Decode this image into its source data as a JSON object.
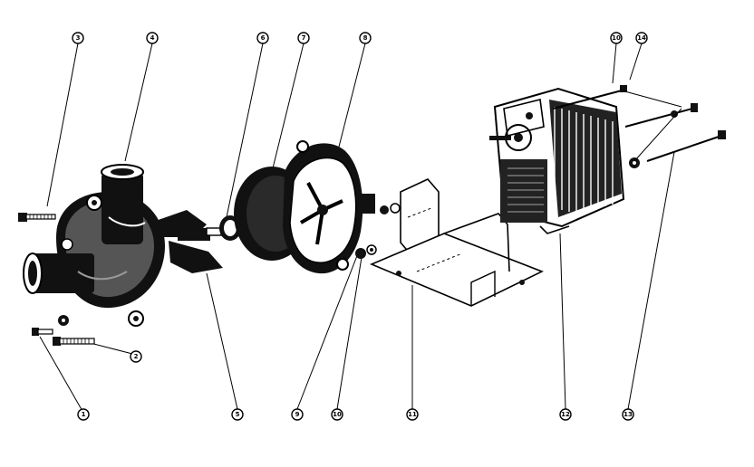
{
  "diagram": {
    "type": "exploded-parts-diagram",
    "colors": {
      "ink": "#000000",
      "paper": "#ffffff"
    },
    "callouts": [
      {
        "id": "c1",
        "label": "1"
      },
      {
        "id": "c2",
        "label": "2"
      },
      {
        "id": "c3",
        "label": "3"
      },
      {
        "id": "c4",
        "label": "4"
      },
      {
        "id": "c5",
        "label": "5"
      },
      {
        "id": "c6",
        "label": "6"
      },
      {
        "id": "c7",
        "label": "7"
      },
      {
        "id": "c8",
        "label": "8"
      },
      {
        "id": "c9",
        "label": "9"
      },
      {
        "id": "c10",
        "label": "10"
      },
      {
        "id": "c11",
        "label": "11"
      },
      {
        "id": "c12",
        "label": "12"
      },
      {
        "id": "c13",
        "label": "13"
      },
      {
        "id": "c14",
        "label": "10"
      },
      {
        "id": "c15",
        "label": "14"
      }
    ]
  }
}
